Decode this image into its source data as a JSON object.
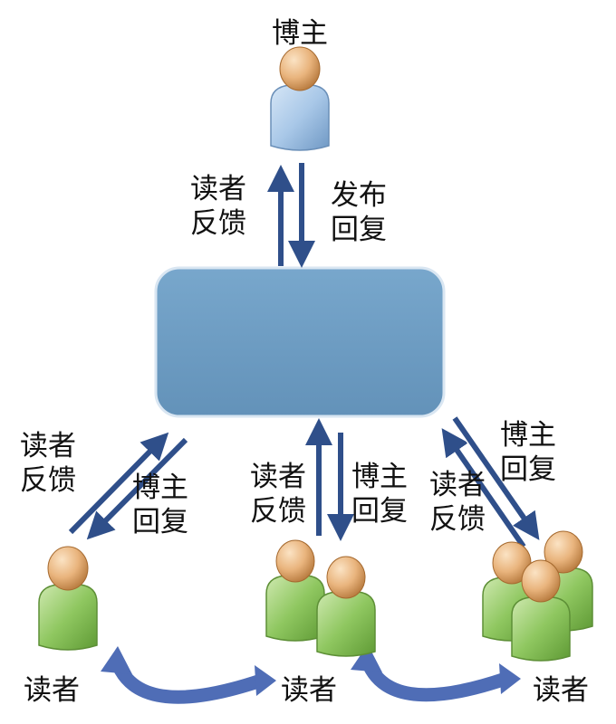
{
  "blogger": {
    "label": "博主"
  },
  "top_link": {
    "up_label": [
      "读者",
      "反馈"
    ],
    "down_label": [
      "发布",
      "回复"
    ]
  },
  "left_link": {
    "up_label": [
      "读者",
      "反馈"
    ],
    "down_label": [
      "博主",
      "回复"
    ]
  },
  "middle_link": {
    "up_label": [
      "读者",
      "反馈"
    ],
    "down_label": [
      "博主",
      "回复"
    ]
  },
  "right_link": {
    "up_label": [
      "读者",
      "反馈"
    ],
    "down_label": [
      "博主",
      "回复"
    ]
  },
  "readers": [
    {
      "label": "读者"
    },
    {
      "label": "读者"
    },
    {
      "label": "读者"
    }
  ],
  "colors": {
    "platform_fill": "#6e9fc5",
    "arrow": "#2f4f8a",
    "curved_arrow": "#4f6db6",
    "blogger_body": "#a9c8e8",
    "reader_body": "#8fc760",
    "head": "#e9b47d"
  }
}
